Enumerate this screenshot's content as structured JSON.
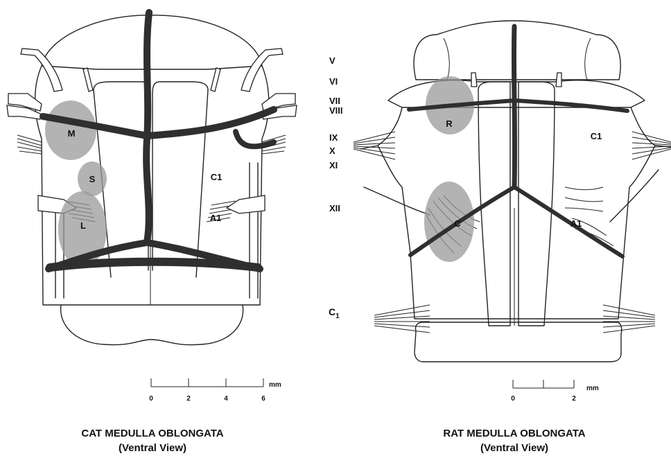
{
  "cat": {
    "title": "CAT MEDULLA OBLONGATA",
    "subtitle": "(Ventral View)",
    "regions": {
      "m": "M",
      "s": "S",
      "l": "L"
    },
    "groups": {
      "c1": "C1",
      "a1": "A1"
    },
    "scale": {
      "ticks": [
        "0",
        "2",
        "4",
        "6"
      ],
      "unit": "mm"
    }
  },
  "rat": {
    "title": "RAT MEDULLA OBLONGATA",
    "subtitle": "(Ventral View)",
    "regions": {
      "r": "R",
      "c": "C"
    },
    "groups": {
      "c1": "C1",
      "a1": "A1"
    },
    "scale": {
      "ticks": [
        "0",
        "2"
      ],
      "unit": "mm"
    }
  },
  "nerve_labels": {
    "v": "V",
    "vi": "VI",
    "vii": "VII",
    "viii": "VIII",
    "ix": "IX",
    "x": "X",
    "xi": "XI",
    "xii": "XII",
    "c1": "C",
    "c1_sub": "1"
  },
  "colors": {
    "artery": "#2f2f2f",
    "shaded_region": "#9a9a9a",
    "outline": "#222222"
  }
}
